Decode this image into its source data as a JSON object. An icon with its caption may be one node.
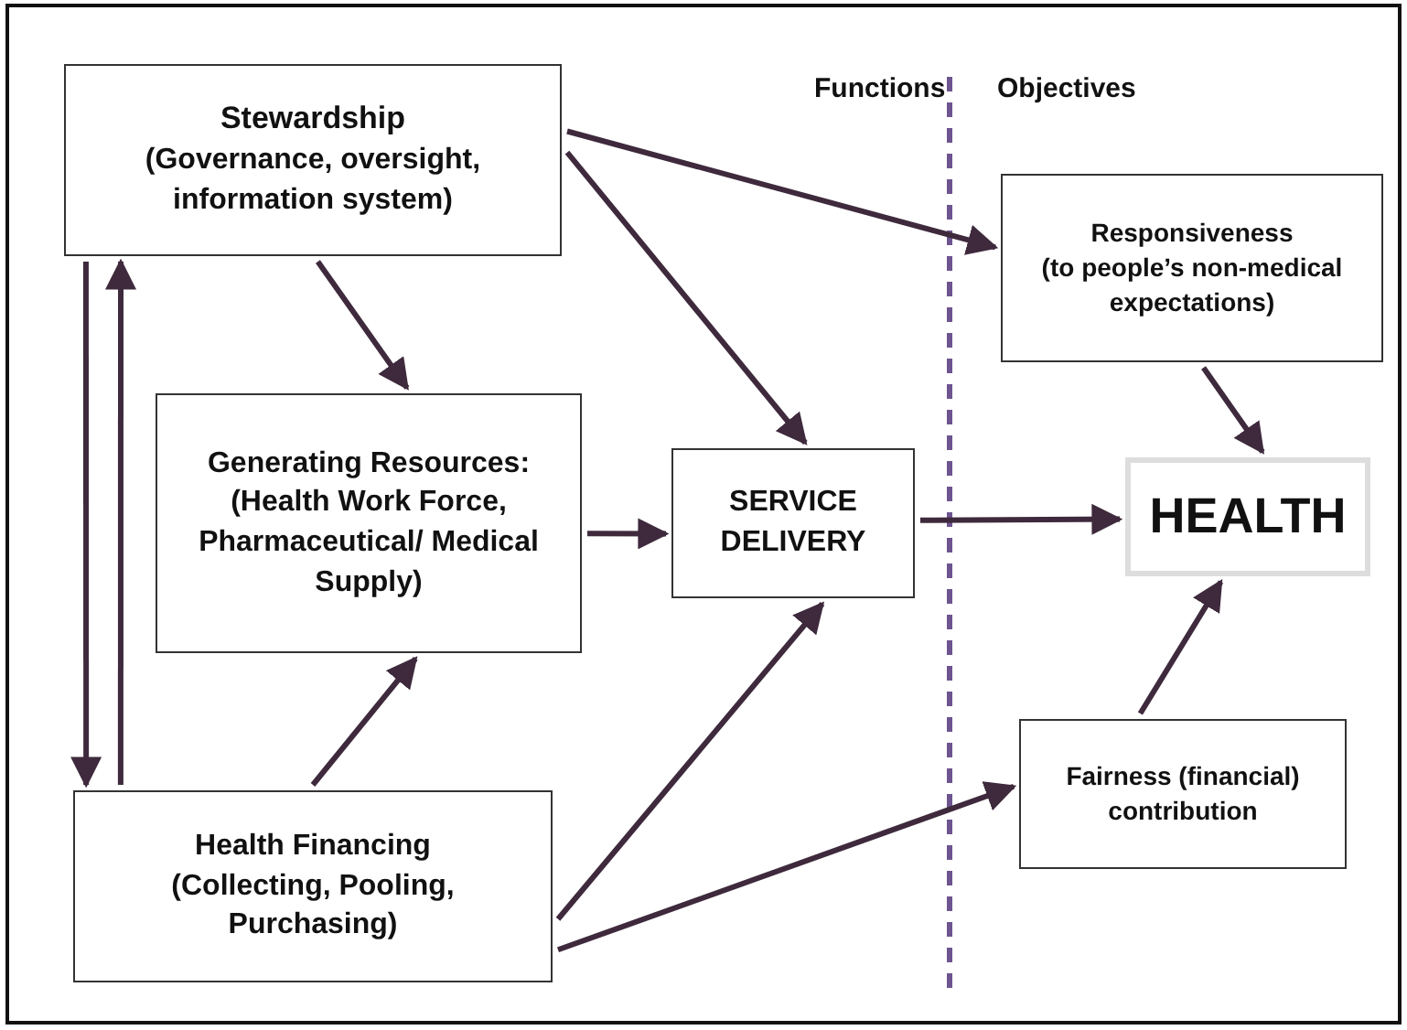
{
  "diagram": {
    "nodes": [
      {
        "text": [
          "Stewardship",
          "(Governance, oversight, information system)"
        ]
      },
      {
        "text": [
          "Generating Resources:",
          "(Health Work Force, Pharmaceutical/ Medical Supply)"
        ]
      },
      {
        "text": [
          "SERVICE DELIVERY"
        ]
      },
      {
        "text": [
          "Health Financing",
          "(Collecting,  Pooling, Purchasing)"
        ]
      },
      {
        "text": [
          "Responsiveness",
          "(to people’s non-medical expectations)"
        ]
      },
      {
        "text": [
          "HEALTH"
        ]
      },
      {
        "text": [
          "Fairness (financial) contribution"
        ]
      }
    ],
    "edges": [
      {
        "from": 0,
        "to": 4,
        "arrow": "to"
      },
      {
        "from": 0,
        "to": 2,
        "arrow": "to"
      },
      {
        "from": 0,
        "to": 1,
        "arrow": "to"
      },
      {
        "from": 0,
        "to": 3,
        "arrow": "to"
      },
      {
        "from": 3,
        "to": 0,
        "arrow": "to"
      },
      {
        "from": 1,
        "to": 2,
        "arrow": "to"
      },
      {
        "from": 3,
        "to": 1,
        "arrow": "to"
      },
      {
        "from": 3,
        "to": 2,
        "arrow": "to"
      },
      {
        "from": 3,
        "to": 6,
        "arrow": "to"
      },
      {
        "from": 2,
        "to": 5,
        "arrow": "to"
      },
      {
        "from": 4,
        "to": 5,
        "arrow": "to"
      },
      {
        "from": 6,
        "to": 5,
        "arrow": "to"
      }
    ],
    "labels": [
      "Functions",
      "Objectives"
    ]
  }
}
